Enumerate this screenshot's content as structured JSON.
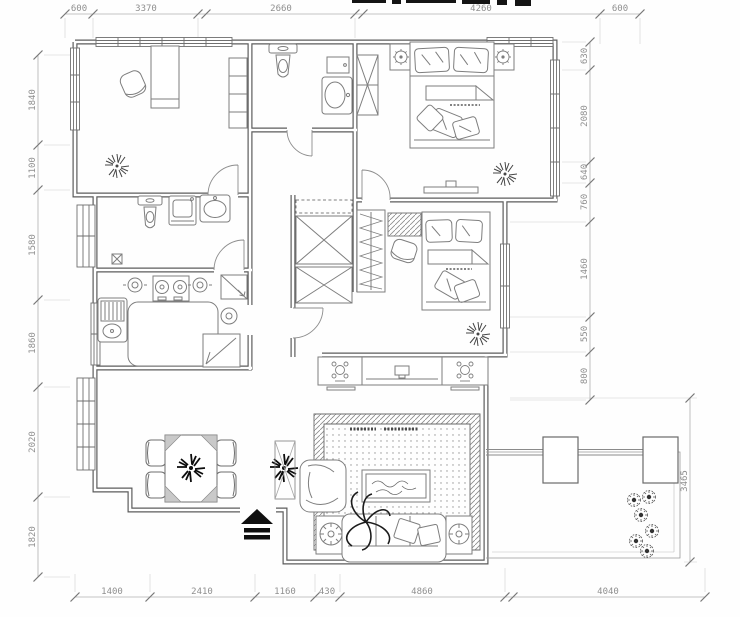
{
  "drawing": {
    "kind": "residential apartment floor plan",
    "dimensions": {
      "top": [
        "600",
        "3370",
        "2660",
        "4260",
        "600"
      ],
      "bottom": [
        "1400",
        "2410",
        "1160",
        "430",
        "4860",
        "4040"
      ],
      "left": [
        "1840",
        "1100",
        "1580",
        "1860",
        "2020",
        "1820"
      ],
      "right": [
        "630",
        "2080",
        "640",
        "760",
        "1460",
        "550",
        "800"
      ],
      "overall_right": "3465"
    },
    "symbol_icons": [
      "double-bed-icon",
      "single-bed-icon",
      "pillow-icon",
      "wardrobe-x-icon",
      "hanger-rack-icon",
      "dressing-table-icon",
      "desk-icon",
      "bookshelf-icon",
      "toilet-icon",
      "washbasin-icon",
      "washing-machine-icon",
      "kitchen-sink-icon",
      "gas-stove-icon",
      "refrigerator-icon",
      "dining-table-icon",
      "dining-chair-icon",
      "sofa-icon",
      "armchair-icon",
      "coffee-table-icon",
      "tv-console-icon",
      "rug-icon",
      "potted-plant-icon",
      "flower-shrub-icon",
      "entry-arrow-icon",
      "terrace-column-icon",
      "window-icon",
      "door-swing-icon"
    ],
    "colors": {
      "walls": "#5c5c5c",
      "dims": "#8f8f8f",
      "dark_ink": "#101010"
    }
  }
}
